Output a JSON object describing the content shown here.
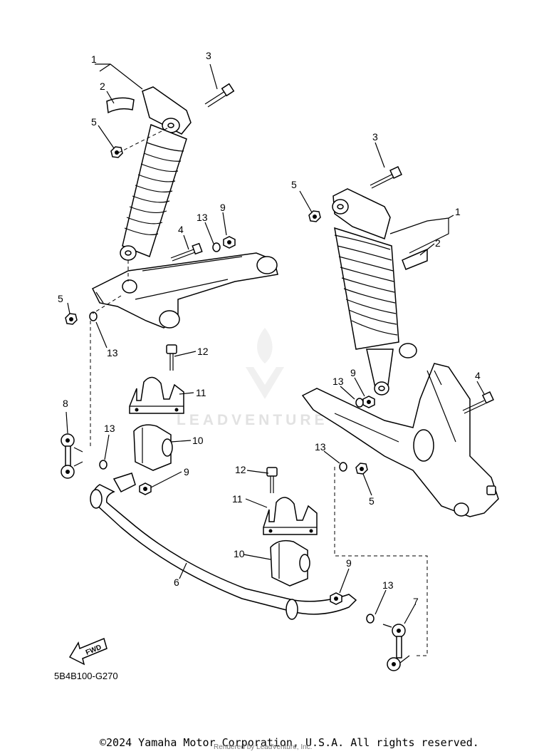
{
  "diagram": {
    "callouts": [
      {
        "id": "c1a",
        "text": "1"
      },
      {
        "id": "c2a",
        "text": "2"
      },
      {
        "id": "c3a",
        "text": "3"
      },
      {
        "id": "c5a",
        "text": "5"
      },
      {
        "id": "c13a",
        "text": "13"
      },
      {
        "id": "c9a",
        "text": "9"
      },
      {
        "id": "c4a",
        "text": "4"
      },
      {
        "id": "c5b",
        "text": "5"
      },
      {
        "id": "c13b",
        "text": "13"
      },
      {
        "id": "c12a",
        "text": "12"
      },
      {
        "id": "c11a",
        "text": "11"
      },
      {
        "id": "c10a",
        "text": "10"
      },
      {
        "id": "c8",
        "text": "8"
      },
      {
        "id": "c13c",
        "text": "13"
      },
      {
        "id": "c9b",
        "text": "9"
      },
      {
        "id": "c3b",
        "text": "3"
      },
      {
        "id": "c5c",
        "text": "5"
      },
      {
        "id": "c1b",
        "text": "1"
      },
      {
        "id": "c2b",
        "text": "2"
      },
      {
        "id": "c13d",
        "text": "13"
      },
      {
        "id": "c9c",
        "text": "9"
      },
      {
        "id": "c4b",
        "text": "4"
      },
      {
        "id": "c13e",
        "text": "13"
      },
      {
        "id": "c5d",
        "text": "5"
      },
      {
        "id": "c12b",
        "text": "12"
      },
      {
        "id": "c11b",
        "text": "11"
      },
      {
        "id": "c10b",
        "text": "10"
      },
      {
        "id": "c6",
        "text": "6"
      },
      {
        "id": "c9d",
        "text": "9"
      },
      {
        "id": "c13f",
        "text": "13"
      },
      {
        "id": "c7",
        "text": "7"
      }
    ],
    "fwd_label": "FWD",
    "part_code": "5B4B100-G270",
    "watermark": "LEADVENTURE",
    "copyright": "©2024 Yamaha Motor Corporation, U.S.A. All rights reserved.",
    "rendered_by": "Rendered by LeadVenture, Inc."
  }
}
